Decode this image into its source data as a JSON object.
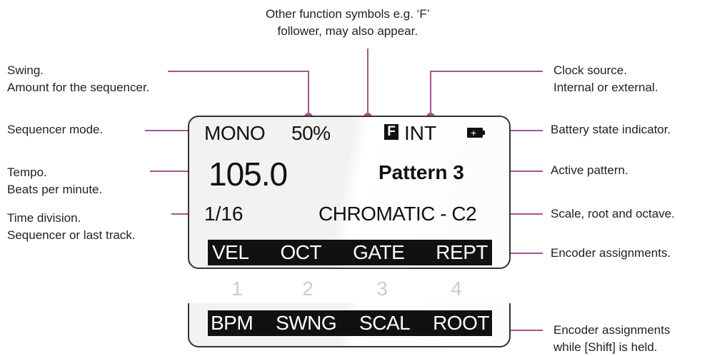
{
  "annotations": {
    "other_functions": [
      "Other function symbols e.g. ‘F’",
      "follower, may also appear."
    ],
    "swing": [
      "Swing.",
      "Amount for the sequencer."
    ],
    "sequencer_mode": [
      "Sequencer mode."
    ],
    "tempo": [
      "Tempo.",
      "Beats per minute."
    ],
    "time_division": [
      "Time division.",
      "Sequencer or last track."
    ],
    "clock_source": [
      "Clock source.",
      "Internal or external."
    ],
    "battery": [
      "Battery state indicator."
    ],
    "active_pattern": [
      "Active pattern."
    ],
    "scale": [
      "Scale, root and octave."
    ],
    "encoder_assignments": [
      "Encoder assignments."
    ],
    "encoder_assignments_shift": [
      "Encoder assignments",
      "while [Shift] is held."
    ]
  },
  "display": {
    "mode": "MONO",
    "swing": "50%",
    "function_symbol": "F",
    "clock": "INT",
    "tempo": "105.0",
    "pattern": "Pattern 3",
    "division": "1/16",
    "scale": "CHROMATIC - C2",
    "encoders": [
      "VEL",
      "OCT",
      "GATE",
      "REPT"
    ],
    "shift_encoders": [
      "BPM",
      "SWNG",
      "SCAL",
      "ROOT"
    ]
  },
  "encoder_numbers": [
    "1",
    "2",
    "3",
    "4"
  ],
  "colors": {
    "leader": "#a4548f",
    "screen_border": "#333333",
    "bar_bg": "#111111",
    "encoder_number": "#c8ccd8"
  },
  "icons": {
    "function": "f-symbol-icon",
    "battery": "battery-charging-icon"
  }
}
